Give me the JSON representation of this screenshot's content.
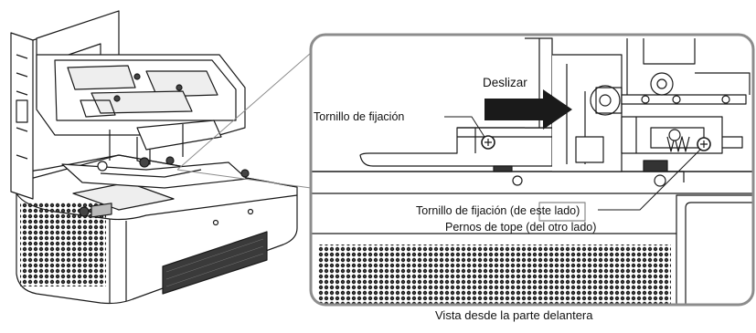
{
  "labels": {
    "fixing_screw": "Tornillo de fijación",
    "fixing_screw_this_side": "Tornillo de fijación (de este lado)",
    "stop_pins_other_side": "Pernos de tope (del otro lado)",
    "slide": "Deslizar"
  },
  "caption": "Vista desde la parte delantera",
  "icons": {
    "slide_arrow": "arrow-right-icon",
    "screw": "screw-icon"
  },
  "colors": {
    "line": "#1a1a1a",
    "fill": "#ffffff",
    "shade": "#d9d9d9",
    "frame": "#8c8c8c"
  }
}
